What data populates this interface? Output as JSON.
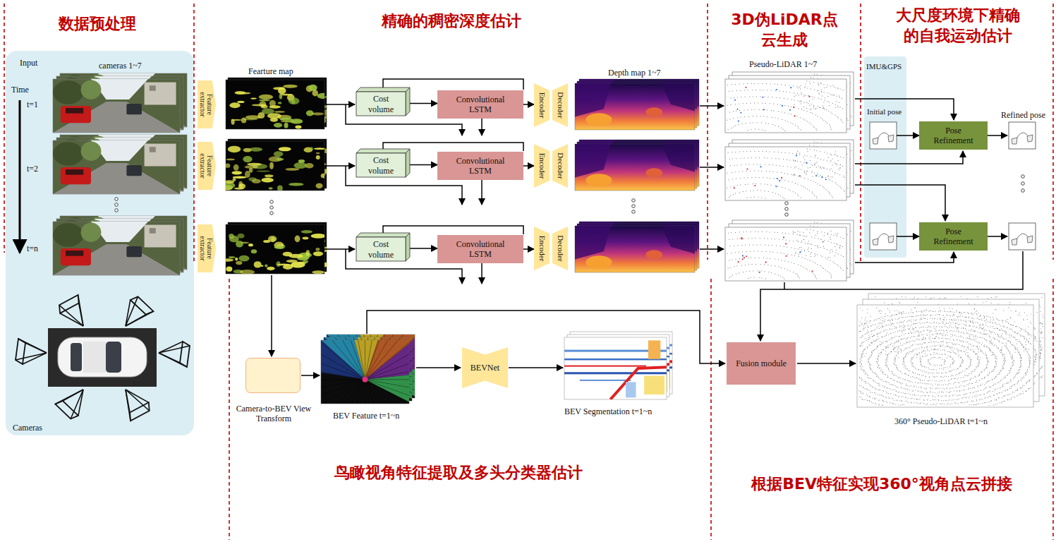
{
  "diagram": {
    "nodes": [
      {
        "text": [
          "Input",
          "cameras 1~7",
          "Time",
          "t=1",
          "t=2",
          "t=n",
          "Cameras"
        ]
      },
      {
        "text": [
          "Feature extractor"
        ]
      },
      {
        "text": [
          "Feature extractor"
        ]
      },
      {
        "text": [
          "Feature extractor"
        ]
      },
      {
        "text": [
          "Cost volume"
        ]
      },
      {
        "text": [
          "Convolutional LSTM"
        ]
      },
      {
        "text": [
          "Encoder"
        ]
      },
      {
        "text": [
          "Decoder"
        ]
      },
      {
        "text": [
          "Cost volume"
        ]
      },
      {
        "text": [
          "Convolutional LSTM"
        ]
      },
      {
        "text": [
          "Encoder"
        ]
      },
      {
        "text": [
          "Decoder"
        ]
      },
      {
        "text": [
          "Cost volume"
        ]
      },
      {
        "text": [
          "Convolutional LSTM"
        ]
      },
      {
        "text": [
          "Encoder"
        ]
      },
      {
        "text": [
          "Decoder"
        ]
      },
      {
        "text": [
          "IMU&GPS",
          "Initial pose"
        ]
      },
      {
        "text": [
          "Pose Refinement"
        ]
      },
      {
        "text": [
          "Pose Refinement"
        ]
      },
      {
        "text": [
          "Camera-to-BEV View Transform"
        ]
      },
      {
        "text": [
          "BEVNet"
        ]
      },
      {
        "text": [
          "Fusion module"
        ]
      }
    ],
    "edges": [
      {
        "from": 4,
        "to": 5,
        "arrow": "to"
      },
      {
        "from": 5,
        "to": 6,
        "arrow": "to"
      },
      {
        "from": 8,
        "to": 9,
        "arrow": "to"
      },
      {
        "from": 9,
        "to": 10,
        "arrow": "to"
      },
      {
        "from": 12,
        "to": 13,
        "arrow": "to"
      },
      {
        "from": 13,
        "to": 14,
        "arrow": "to"
      },
      {
        "from": 16,
        "to": 17,
        "arrow": "to"
      },
      {
        "from": 16,
        "to": 18,
        "arrow": "to"
      }
    ],
    "labels": [
      "数据预处理",
      "精确的稠密深度估计",
      "3D伪LiDAR点 云生成",
      "大尺度环境下精确 的自我运动估计",
      "鸟瞰视角特征提取及多头分类器估计",
      "根据BEV特征实现360°视角点云拼接",
      "Fearture map",
      "Depth map 1~7",
      "Pseudo-LiDAR 1~7",
      "Refined pose",
      "BEV Feature t=1~n",
      "BEV Segmentation t=1~n",
      "360° Pseudo-LiDAR t=1~n"
    ]
  }
}
